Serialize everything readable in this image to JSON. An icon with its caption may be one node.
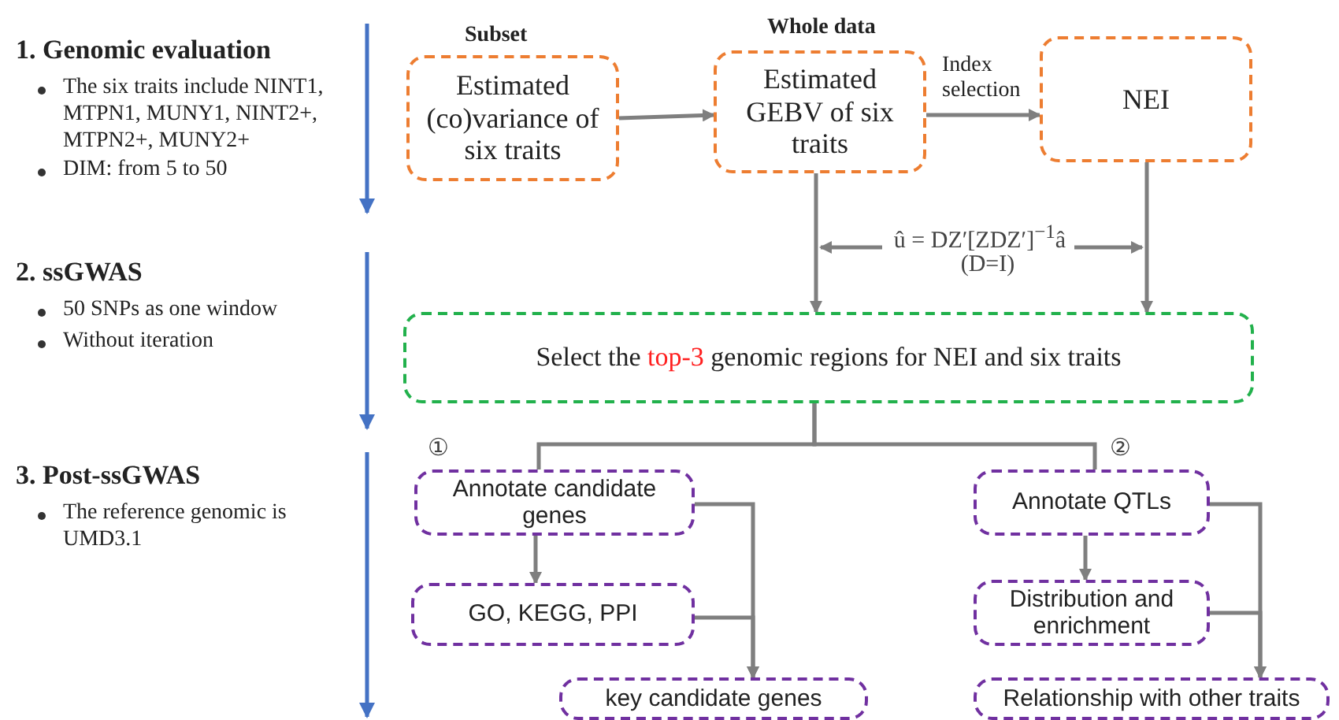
{
  "diagram": {
    "nodes": [
      {
        "text": [
          "Estimated (co)variance of six traits"
        ],
        "beside": [
          "Subset"
        ]
      },
      {
        "text": [
          "Estimated GEBV of six traits"
        ],
        "beside": [
          "Whole data"
        ]
      },
      {
        "text": [
          "NEI"
        ]
      },
      {
        "text": [
          "Select the **top-3** genomic regions for NEI and six traits"
        ]
      },
      {
        "text": [
          "Annotate candidate genes"
        ]
      },
      {
        "text": [
          "GO, KEGG, PPI"
        ]
      },
      {
        "text": [
          "key candidate genes"
        ]
      },
      {
        "text": [
          "Annotate QTLs"
        ]
      },
      {
        "text": [
          "Distribution and enrichment"
        ]
      },
      {
        "text": [
          "Relationship with other traits"
        ]
      }
    ],
    "edges": [
      {
        "from": 0,
        "to": 1,
        "arrow": "to"
      },
      {
        "from": 1,
        "to": 2,
        "arrow": "to",
        "label": "Index selection"
      },
      {
        "from": 1,
        "to": 3,
        "arrow": "to"
      },
      {
        "from": 2,
        "to": 3,
        "arrow": "to"
      },
      {
        "from": 3,
        "to": 4,
        "arrow": "none"
      },
      {
        "from": 3,
        "to": 7,
        "arrow": "none"
      },
      {
        "from": 4,
        "to": 5,
        "arrow": "to"
      },
      {
        "from": 4,
        "to": 6,
        "arrow": "to"
      },
      {
        "from": 5,
        "to": 6,
        "arrow": "to"
      },
      {
        "from": 7,
        "to": 8,
        "arrow": "to"
      },
      {
        "from": 7,
        "to": 9,
        "arrow": "to"
      },
      {
        "from": 8,
        "to": 9,
        "arrow": "to"
      }
    ],
    "labels": [
      "1. Genomic evaluation",
      "The six traits include NINT1, MTPN1, MUNY1, NINT2+, MTPN2+, MUNY2+",
      "DIM: from 5 to 50",
      "2. ssGWAS",
      "50 SNPs as one window",
      "Without iteration",
      "3. Post-ssGWAS",
      "The reference genomic is UMD3.1",
      "û = DZ′[ZDZ′]$^{−1}$â",
      "(D=I)",
      "①",
      "②"
    ]
  }
}
